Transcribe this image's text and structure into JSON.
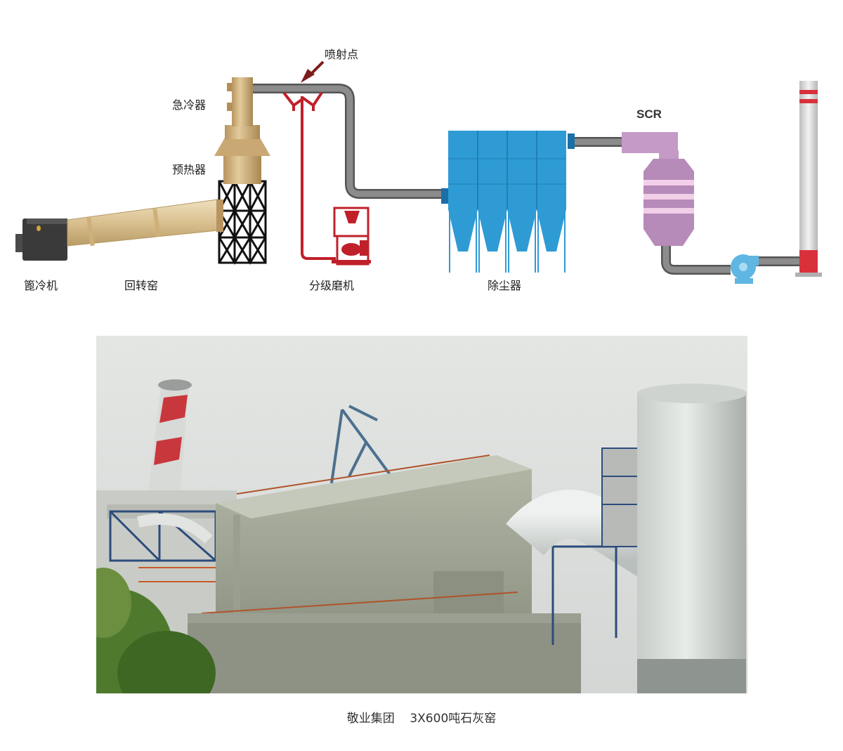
{
  "diagram": {
    "labels": {
      "injection_point": "喷射点",
      "quench_cooler": "急冷器",
      "preheater": "预热器",
      "grate_cooler": "篦冷机",
      "rotary_kiln": "回转窑",
      "classifier_mill": "分级磨机",
      "dust_collector": "除尘器",
      "scr": "SCR"
    },
    "colors": {
      "kiln": "#dcc495",
      "tower": "#c9a874",
      "pipe": "#7f7f7f",
      "reagent_line": "#c0202a",
      "dust_collector": "#2e9bd4",
      "scr": "#c59ac7",
      "stack_band": "#d8313c",
      "fan": "#5fb6e3"
    }
  },
  "photo": {
    "icons": [
      "chimney-icon",
      "crane-icon",
      "cylindrical-tower-icon",
      "tree-icon"
    ]
  },
  "caption": "敬业集团    3X600吨石灰窑"
}
